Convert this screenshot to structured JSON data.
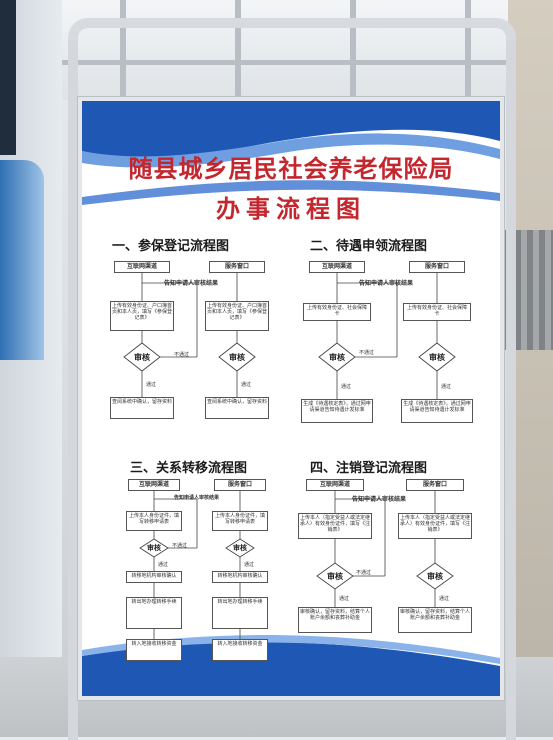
{
  "poster": {
    "title_line1": "随县城乡居民社会养老保险局",
    "title_line2": "办事流程图",
    "colors": {
      "title": "#c4262e",
      "wave": "#1f57b5"
    }
  },
  "flows": {
    "f1": {
      "title": "一、参保登记流程图",
      "online": "互联网渠道",
      "counter": "服务窗口",
      "notice": "告知申请人审核结果",
      "left_box": "上传有效身份证、户口簿首页和本人页，填写《参保登记表》",
      "right_box": "上传有效身份证、户口簿首页和本人页，填写《参保登记表》",
      "review": "审核",
      "reject": "不通过",
      "pass": "通过",
      "left_result": "查阅系统中确认，留存资料",
      "right_result": "查阅系统中确认，留存资料"
    },
    "f2": {
      "title": "二、待遇申领流程图",
      "online": "互联网渠道",
      "counter": "服务窗口",
      "notice": "告知申请人审核结果",
      "left_box": "上传有效身份证、社会保障卡",
      "right_box": "上传有效身份证、社会保障卡",
      "review": "审核",
      "reject": "不通过",
      "pass": "通过",
      "left_result": "生成《待遇核定表》，通过网申请渠道告知待遇计发标准",
      "right_result": "生成《待遇核定表》，通过网申请渠道告知待遇计发标准"
    },
    "f3": {
      "title": "三、关系转移流程图",
      "online": "互联网渠道",
      "counter": "服务窗口",
      "notice": "告知申请人审核结果",
      "left_box": "上传本人身份证件，填写转移申请表",
      "right_box": "上传本人身份证件，填写转移申请表",
      "review": "审核",
      "reject": "不通过",
      "pass": "通过",
      "left_step": "转移地机构审核确认",
      "right_step": "转移地机构审核确认",
      "left_step2": "转出地办理转移手续",
      "right_step2": "转出地办理转移手续",
      "left_result": "转入地接收转移资金",
      "right_result": "转入地接收转移资金"
    },
    "f4": {
      "title": "四、注销登记流程图",
      "online": "互联网渠道",
      "counter": "服务窗口",
      "notice": "告知申请人审核结果",
      "left_box": "上传本人（指定受益人或法定继承人）有效身份证件，填写《注销表》",
      "right_box": "上传本人（指定受益人或法定继承人）有效身份证件，填写《注销表》",
      "review": "审核",
      "reject": "不通过",
      "pass": "通过",
      "left_result": "审核确认，留存资料，结算个人账户余额和丧葬补助金",
      "right_result": "审核确认，留存资料，结算个人账户余额和丧葬补助金"
    }
  }
}
